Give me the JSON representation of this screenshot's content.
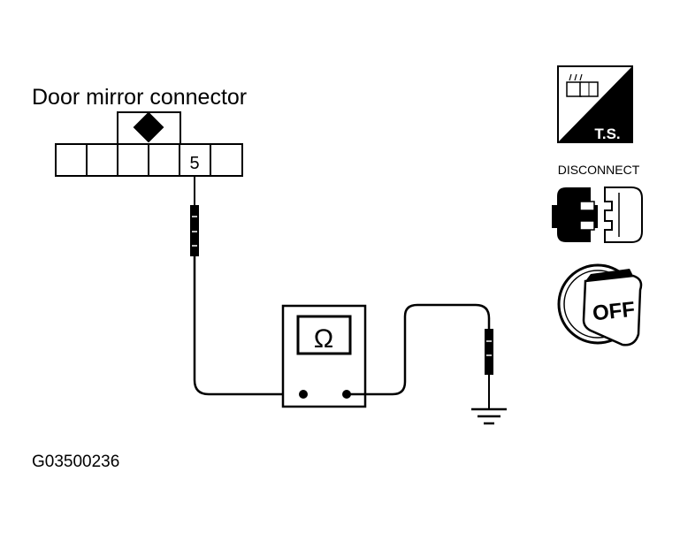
{
  "diagram": {
    "title": "Door mirror connector",
    "pin_label": "5",
    "meter_symbol": "Ω",
    "figure_code": "G03500236"
  },
  "icons": {
    "ts": {
      "label": "T.S.",
      "name": "ts-icon"
    },
    "disconnect": {
      "label": "DISCONNECT",
      "name": "disconnect-icon"
    },
    "ignition": {
      "label": "OFF",
      "name": "ignition-off-icon"
    }
  },
  "colors": {
    "ink": "#000000",
    "paper": "#ffffff"
  }
}
